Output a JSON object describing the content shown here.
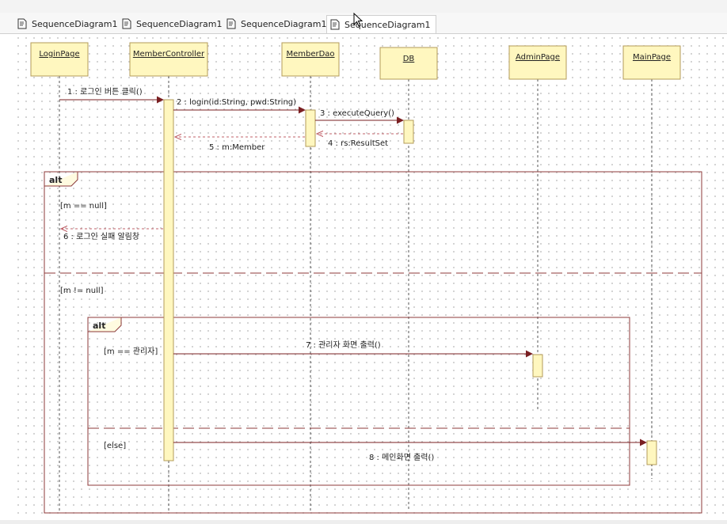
{
  "tabs": [
    {
      "label": "SequenceDiagram1",
      "active": false
    },
    {
      "label": "SequenceDiagram1",
      "active": false
    },
    {
      "label": "SequenceDiagram1",
      "active": false
    },
    {
      "label": "SequenceDiagram1",
      "active": true
    }
  ],
  "lifelines": [
    {
      "name": "LoginPage"
    },
    {
      "name": "MemberController"
    },
    {
      "name": "MemberDao"
    },
    {
      "name": "DB"
    },
    {
      "name": "AdminPage"
    },
    {
      "name": "MainPage"
    }
  ],
  "messages": [
    {
      "label": "1 : 로그인 버튼 클릭()",
      "kind": "call"
    },
    {
      "label": "2 : login(id:String, pwd:String)",
      "kind": "call"
    },
    {
      "label": "3 : executeQuery()",
      "kind": "call"
    },
    {
      "label": "4 : rs:ResultSet",
      "kind": "return"
    },
    {
      "label": "5 : m:Member",
      "kind": "return"
    },
    {
      "label": "6 : 로그인 실패 알림창",
      "kind": "return"
    },
    {
      "label": "7 : 관리자 화면 출력()",
      "kind": "call"
    },
    {
      "label": "8 : 메인화면 출력()",
      "kind": "call"
    }
  ],
  "fragments": {
    "outer": {
      "operator": "alt",
      "guard1": "[m == null]",
      "guard2": "[m != null]"
    },
    "inner": {
      "operator": "alt",
      "guard1": "[m == 관리자]",
      "guard2": "[else]"
    }
  },
  "colors": {
    "lifeline_fill": "#fff7bf",
    "lifeline_border": "#b39b5a",
    "message": "#7a1f22",
    "fragment_border": "#8c3a3a"
  }
}
